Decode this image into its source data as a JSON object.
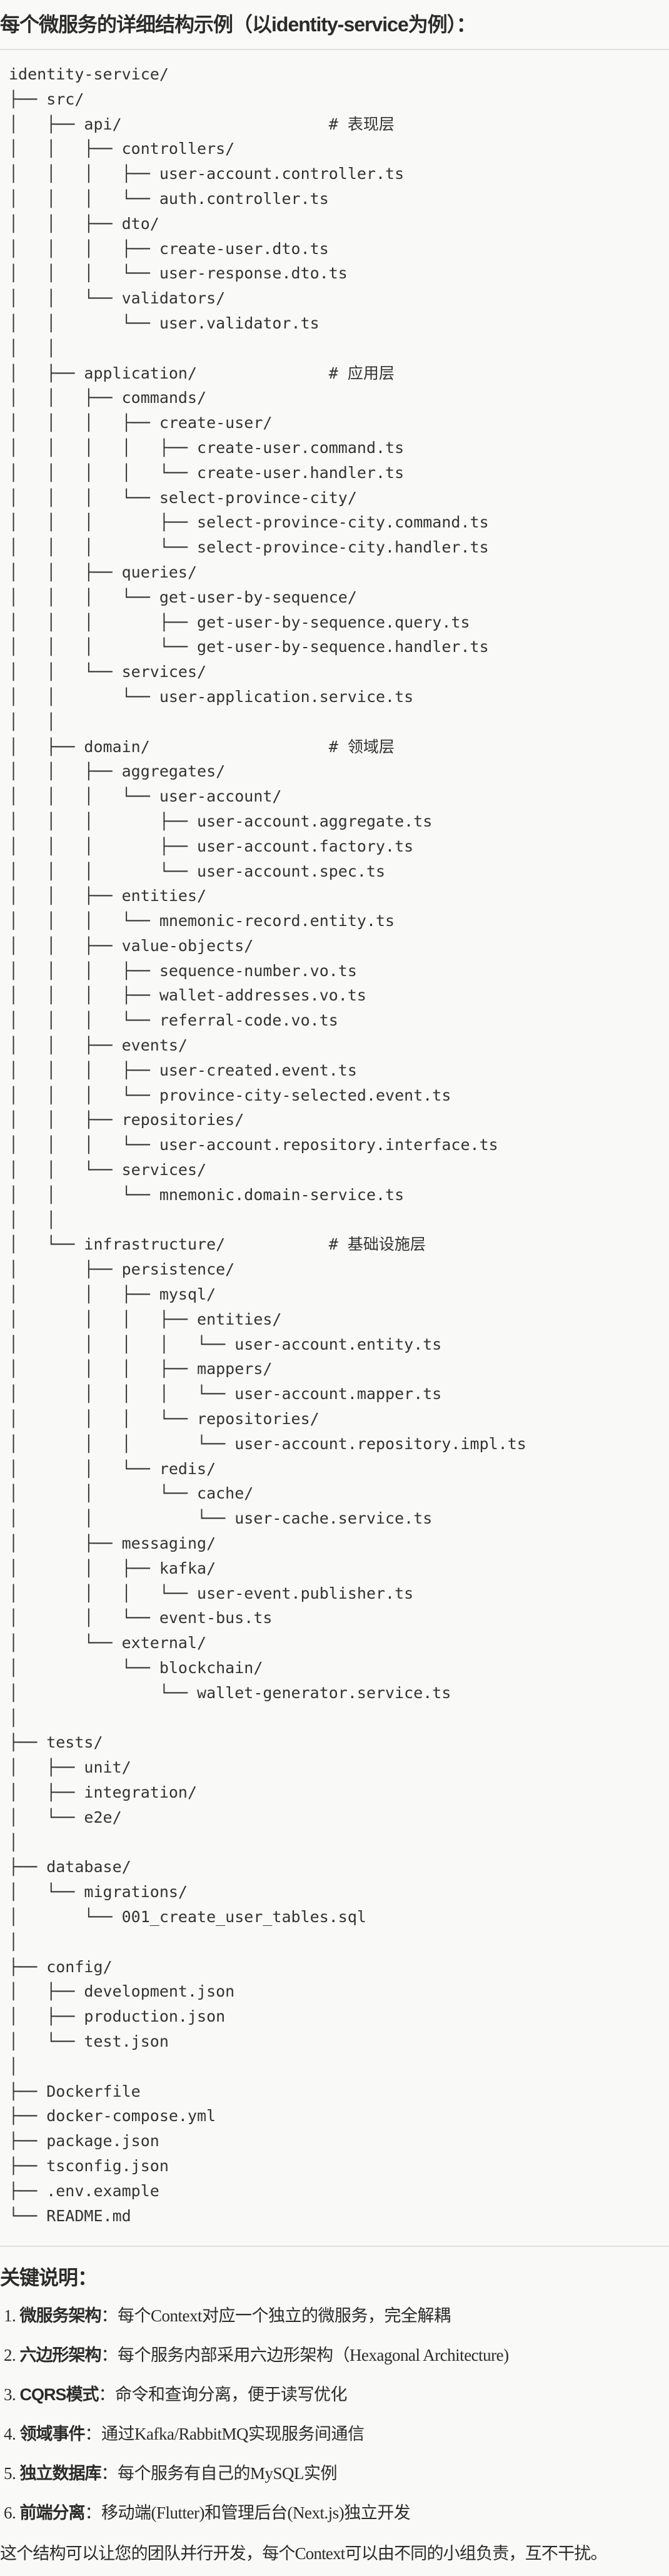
{
  "title": "每个微服务的详细结构示例（以identity-service为例）：",
  "tree": [
    "identity-service/",
    "├── src/",
    "│   ├── api/                      # 表现层",
    "│   │   ├── controllers/",
    "│   │   │   ├── user-account.controller.ts",
    "│   │   │   └── auth.controller.ts",
    "│   │   ├── dto/",
    "│   │   │   ├── create-user.dto.ts",
    "│   │   │   └── user-response.dto.ts",
    "│   │   └── validators/",
    "│   │       └── user.validator.ts",
    "│   │",
    "│   ├── application/              # 应用层",
    "│   │   ├── commands/",
    "│   │   │   ├── create-user/",
    "│   │   │   │   ├── create-user.command.ts",
    "│   │   │   │   └── create-user.handler.ts",
    "│   │   │   └── select-province-city/",
    "│   │   │       ├── select-province-city.command.ts",
    "│   │   │       └── select-province-city.handler.ts",
    "│   │   ├── queries/",
    "│   │   │   └── get-user-by-sequence/",
    "│   │   │       ├── get-user-by-sequence.query.ts",
    "│   │   │       └── get-user-by-sequence.handler.ts",
    "│   │   └── services/",
    "│   │       └── user-application.service.ts",
    "│   │",
    "│   ├── domain/                   # 领域层",
    "│   │   ├── aggregates/",
    "│   │   │   └── user-account/",
    "│   │   │       ├── user-account.aggregate.ts",
    "│   │   │       ├── user-account.factory.ts",
    "│   │   │       └── user-account.spec.ts",
    "│   │   ├── entities/",
    "│   │   │   └── mnemonic-record.entity.ts",
    "│   │   ├── value-objects/",
    "│   │   │   ├── sequence-number.vo.ts",
    "│   │   │   ├── wallet-addresses.vo.ts",
    "│   │   │   └── referral-code.vo.ts",
    "│   │   ├── events/",
    "│   │   │   ├── user-created.event.ts",
    "│   │   │   └── province-city-selected.event.ts",
    "│   │   ├── repositories/",
    "│   │   │   └── user-account.repository.interface.ts",
    "│   │   └── services/",
    "│   │       └── mnemonic.domain-service.ts",
    "│   │",
    "│   └── infrastructure/           # 基础设施层",
    "│       ├── persistence/",
    "│       │   ├── mysql/",
    "│       │   │   ├── entities/",
    "│       │   │   │   └── user-account.entity.ts",
    "│       │   │   ├── mappers/",
    "│       │   │   │   └── user-account.mapper.ts",
    "│       │   │   └── repositories/",
    "│       │   │       └── user-account.repository.impl.ts",
    "│       │   └── redis/",
    "│       │       └── cache/",
    "│       │           └── user-cache.service.ts",
    "│       ├── messaging/",
    "│       │   ├── kafka/",
    "│       │   │   └── user-event.publisher.ts",
    "│       │   └── event-bus.ts",
    "│       └── external/",
    "│           └── blockchain/",
    "│               └── wallet-generator.service.ts",
    "│",
    "├── tests/",
    "│   ├── unit/",
    "│   ├── integration/",
    "│   └── e2e/",
    "│",
    "├── database/",
    "│   └── migrations/",
    "│       └── 001_create_user_tables.sql",
    "│",
    "├── config/",
    "│   ├── development.json",
    "│   ├── production.json",
    "│   └── test.json",
    "│",
    "├── Dockerfile",
    "├── docker-compose.yml",
    "├── package.json",
    "├── tsconfig.json",
    "├── .env.example",
    "└── README.md"
  ],
  "notes": {
    "heading": "关键说明：",
    "items": [
      {
        "num": "1. ",
        "label": "微服务架构",
        "text": "：每个Context对应一个独立的微服务，完全解耦"
      },
      {
        "num": "2. ",
        "label": "六边形架构",
        "text": "：每个服务内部采用六边形架构（Hexagonal Architecture)"
      },
      {
        "num": "3. ",
        "label": "CQRS模式",
        "text": "：命令和查询分离，便于读写优化"
      },
      {
        "num": "4. ",
        "label": "领域事件",
        "text": "：通过Kafka/RabbitMQ实现服务间通信"
      },
      {
        "num": "5. ",
        "label": "独立数据库",
        "text": "：每个服务有自己的MySQL实例"
      },
      {
        "num": "6. ",
        "label": "前端分离",
        "text": "：移动端(Flutter)和管理后台(Next.js)独立开发"
      }
    ],
    "closing": "这个结构可以让您的团队并行开发，每个Context可以由不同的小组负责，互不干扰。"
  }
}
